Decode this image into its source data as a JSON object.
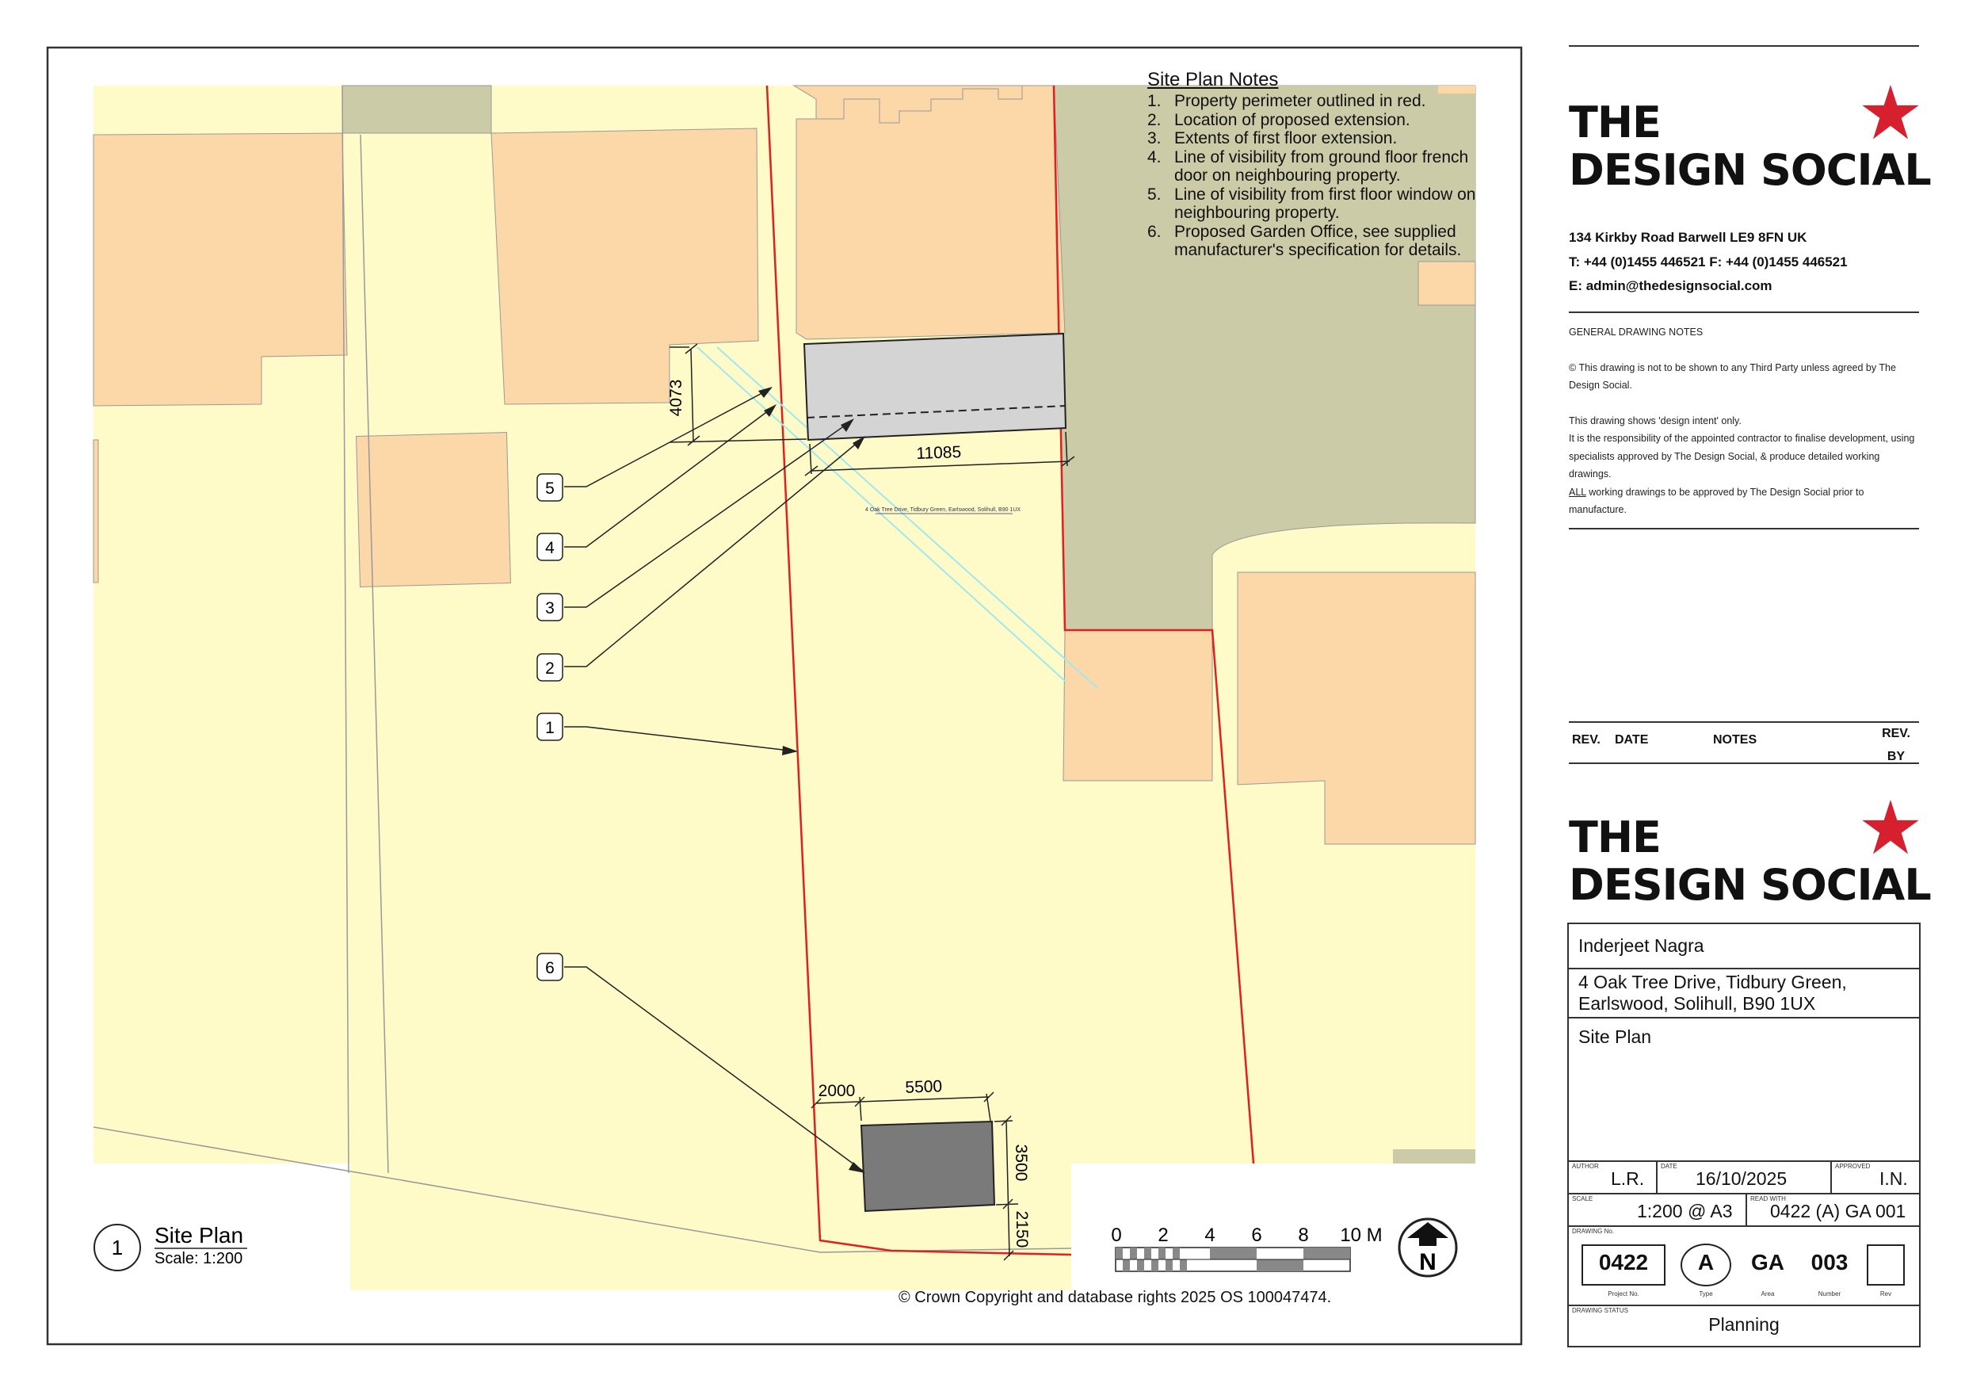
{
  "notes": {
    "title": "Site Plan Notes",
    "items": [
      {
        "num": "1.",
        "text": "Property perimeter outlined in red."
      },
      {
        "num": "2.",
        "text": "Location of proposed extension."
      },
      {
        "num": "3.",
        "text": "Extents of first floor extension."
      },
      {
        "num": "4.",
        "text": "Line of visibility from ground floor french door on neighbouring property."
      },
      {
        "num": "5.",
        "text": "Line of visibility from first floor window on neighbouring property."
      },
      {
        "num": "6.",
        "text": "Proposed Garden Office, see supplied manufacturer's specification for details."
      }
    ]
  },
  "dimensions": {
    "d1": "4073",
    "d2": "11085",
    "d3": "2000",
    "d4": "5500",
    "d5": "3500",
    "d6": "2150"
  },
  "callouts": [
    "5",
    "4",
    "3",
    "2",
    "1",
    "6"
  ],
  "tiny_address": "4 Oak Tree Drive, Tidbury Green, Earlswood, Solihull, B90 1UX",
  "plan_label": {
    "number": "1",
    "title": "Site Plan",
    "scale": "Scale: 1:200"
  },
  "scalebar": {
    "ticks": [
      "0",
      "2",
      "4",
      "6",
      "8",
      "10 M"
    ]
  },
  "north": "N",
  "copyright": "© Crown Copyright and database rights 2025 OS 100047474.",
  "company": {
    "logo_line1": "THE",
    "logo_line2": "DESIGN SOCIAL",
    "address": "134 Kirkby Road  Barwell  LE9 8FN  UK",
    "phone": "T: +44 (0)1455 446521  F: +44 (0)1455 446521",
    "email": "E: admin@thedesignsocial.com"
  },
  "general_notes": {
    "heading": "GENERAL DRAWING NOTES",
    "p1": "© This drawing is not to be shown to any Third Party unless agreed by The Design Social.",
    "p2": "This drawing shows 'design intent' only.",
    "p3": "It is the responsibility of the appointed contractor to finalise development, using specialists approved by The Design Social, & produce detailed working drawings.",
    "p4_u": "ALL",
    "p4": " working drawings to be approved by The Design Social prior to manufacture."
  },
  "revisions": {
    "rev": "REV.",
    "date": "DATE",
    "notes": "NOTES",
    "rev_by_1": "REV.",
    "rev_by_2": "BY"
  },
  "project": {
    "client": "Inderjeet Nagra",
    "address_1": "4 Oak Tree Drive, Tidbury Green,",
    "address_2": "Earlswood, Solihull, B90 1UX",
    "title": "Site Plan"
  },
  "meta": {
    "author_label": "AUTHOR",
    "author": "L.R.",
    "date_label": "DATE",
    "date": "16/10/2025",
    "approved_label": "APPROVED",
    "approved": "I.N.",
    "scale_label": "SCALE",
    "scale": "1:200 @ A3",
    "read_with_label": "READ WITH",
    "read_with": "0422 (A) GA 001",
    "drawing_no_label": "DRAWING No.",
    "project_no": "0422",
    "type": "A",
    "area": "GA",
    "number": "003",
    "project_no_label": "Project No.",
    "type_label": "Type",
    "area_label": "Area",
    "number_label": "Number",
    "rev_label": "Rev",
    "status_label": "DRAWING STATUS",
    "status": "Planning"
  },
  "colors": {
    "boundary": "#e02020",
    "building": "#fcd8a8",
    "land": "#fefbc8",
    "road": "#cbcba8",
    "extension": "#d4d4d4",
    "office": "#7a7a7a",
    "sightline": "#9fe8f0",
    "logo_star": "#d62030"
  }
}
